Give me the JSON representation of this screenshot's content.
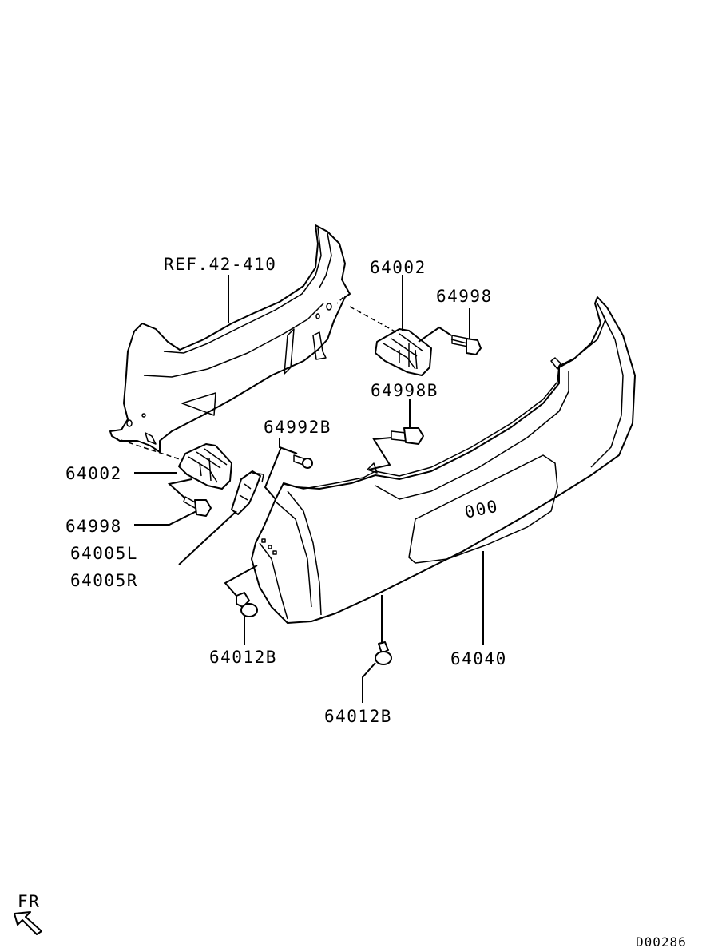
{
  "labels": {
    "ref": "REF.42-410",
    "bracket_right": "64002",
    "bracket_left": "64002",
    "bolt_right": "64998",
    "bolt_left": "64998",
    "bolt_center": "64998B",
    "screw": "64992B",
    "retainer_l": "64005L",
    "retainer_r": "64005R",
    "clip_left": "64012B",
    "clip_center": "64012B",
    "bumper": "64040",
    "bumper_mark": "000"
  },
  "footer": {
    "direction": "FR",
    "code": "D00286"
  }
}
